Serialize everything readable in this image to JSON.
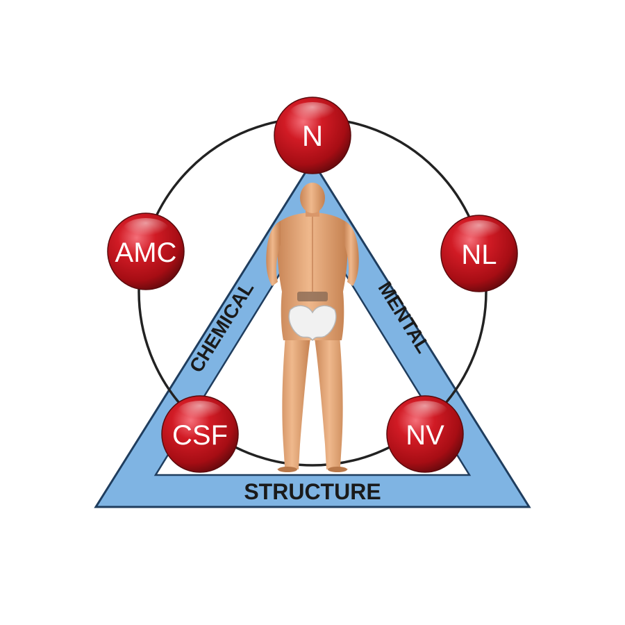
{
  "triangle": {
    "left_label": "CHEMICAL",
    "right_label": "MENTAL",
    "bottom_label": "STRUCTURE",
    "fill_color": "#7fb4e3",
    "stroke_color": "#1f3d5e"
  },
  "nodes": [
    {
      "id": "n",
      "label": "N"
    },
    {
      "id": "amc",
      "label": "AMC"
    },
    {
      "id": "nl",
      "label": "NL"
    },
    {
      "id": "csf",
      "label": "CSF"
    },
    {
      "id": "nv",
      "label": "NV"
    }
  ],
  "colors": {
    "node_red": "#c8141e",
    "node_dark": "#6e0a0e",
    "ring": "#222222",
    "skin": "#e7a878"
  }
}
